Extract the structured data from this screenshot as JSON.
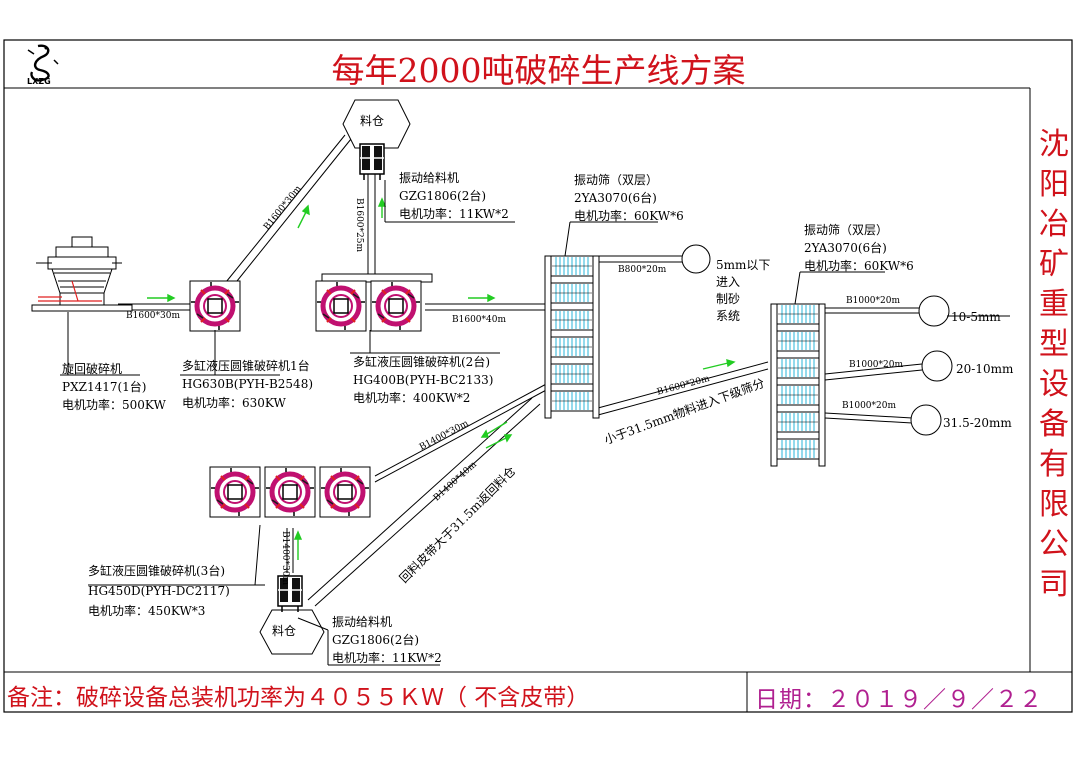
{
  "title": "每年2000吨破碎生产线方案",
  "company_chars": [
    "沈",
    "阳",
    "冶",
    "矿",
    "重",
    "型",
    "设",
    "备",
    "有",
    "限",
    "公",
    "司"
  ],
  "logo_text": "LXZG",
  "remarks": "备注：破碎设备总装机功率为４０５５ＫＷ（ 不含皮带）",
  "date": "日期：２０１９／９／２２",
  "equipment": {
    "gyratory": {
      "name": "旋回破碎机",
      "model": "PXZ1417(1台)",
      "power": "电机功率：500KW"
    },
    "cone1": {
      "name": "多缸液压圆锥破碎机1台",
      "model": "HG630B(PYH-B2548)",
      "power": "电机功率：630KW"
    },
    "cone2": {
      "name": "多缸液压圆锥破碎机(2台)",
      "model": "HG400B(PYH-BC2133)",
      "power": "电机功率：400KW*2"
    },
    "cone3": {
      "name": "多缸液压圆锥破碎机(3台)",
      "model": "HG450D(PYH-DC2117)",
      "power": "电机功率：450KW*3"
    },
    "feeder_top": {
      "name": "振动给料机",
      "model": "GZG1806(2台)",
      "power": "电机功率：11KW*2"
    },
    "feeder_bottom": {
      "name": "振动给料机",
      "model": "GZG1806(2台)",
      "power": "电机功率：11KW*2"
    },
    "screen1": {
      "name": "振动筛（双层）",
      "model": "2YA3070(6台)",
      "power": "电机功率：60KW*6"
    },
    "screen2": {
      "name": "振动筛（双层）",
      "model": "2YA3070(6台)",
      "power": "电机功率：60KW*6"
    },
    "bin_top": "料仓",
    "bin_bottom": "料仓"
  },
  "belts": {
    "b1": "B1600*30m",
    "b2": "B1600*30m",
    "b3": "B1600*25m",
    "b4": "B1600*40m",
    "b5": "B800*20m",
    "b6": "B1600*20m",
    "b7": "B1400*30m",
    "b8": "B1400*40m",
    "b9": "B1400*30m",
    "b10": "B1000*20m",
    "b11": "B1000*20m",
    "b12": "B1000*20m"
  },
  "annotations": {
    "sand": [
      "5mm以下",
      "进入",
      "制砂",
      "系统"
    ],
    "under_screen": "小于31.5mm物料进入下级筛分",
    "return_belt": "回料皮带大于31.5m返回料仓"
  },
  "products": [
    "10-5mm",
    "20-10mm",
    "31.5-20mm"
  ],
  "colors": {
    "accent_red": "#d0121b",
    "date": "#b02090",
    "arrow_green": "#22cc22",
    "screen_cyan": "#28b4d8",
    "crusher_magenta": "#c01070"
  }
}
